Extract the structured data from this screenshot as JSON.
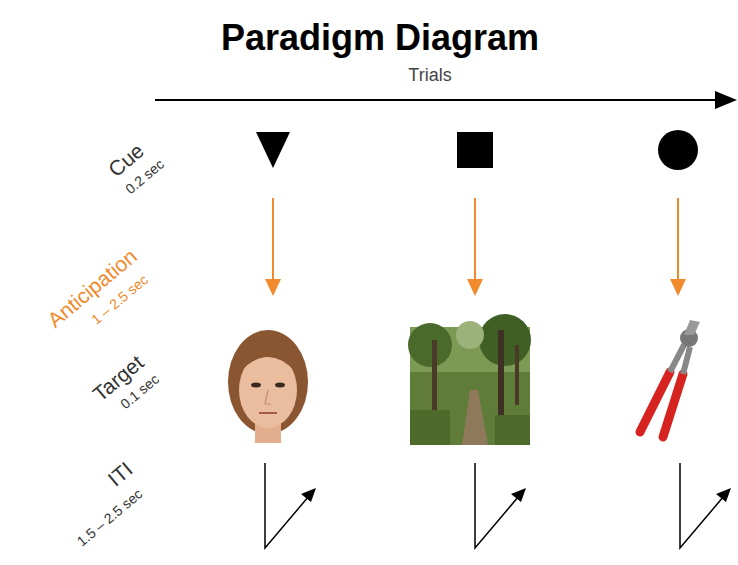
{
  "diagram": {
    "title": "Paradigm Diagram",
    "labels": [
      "Trials",
      "Cue",
      "0.2 sec",
      "Anticipation",
      "1 – 2.5 sec",
      "Target",
      "0.1 sec",
      "ITI",
      "1.5 – 2.5 sec"
    ]
  }
}
